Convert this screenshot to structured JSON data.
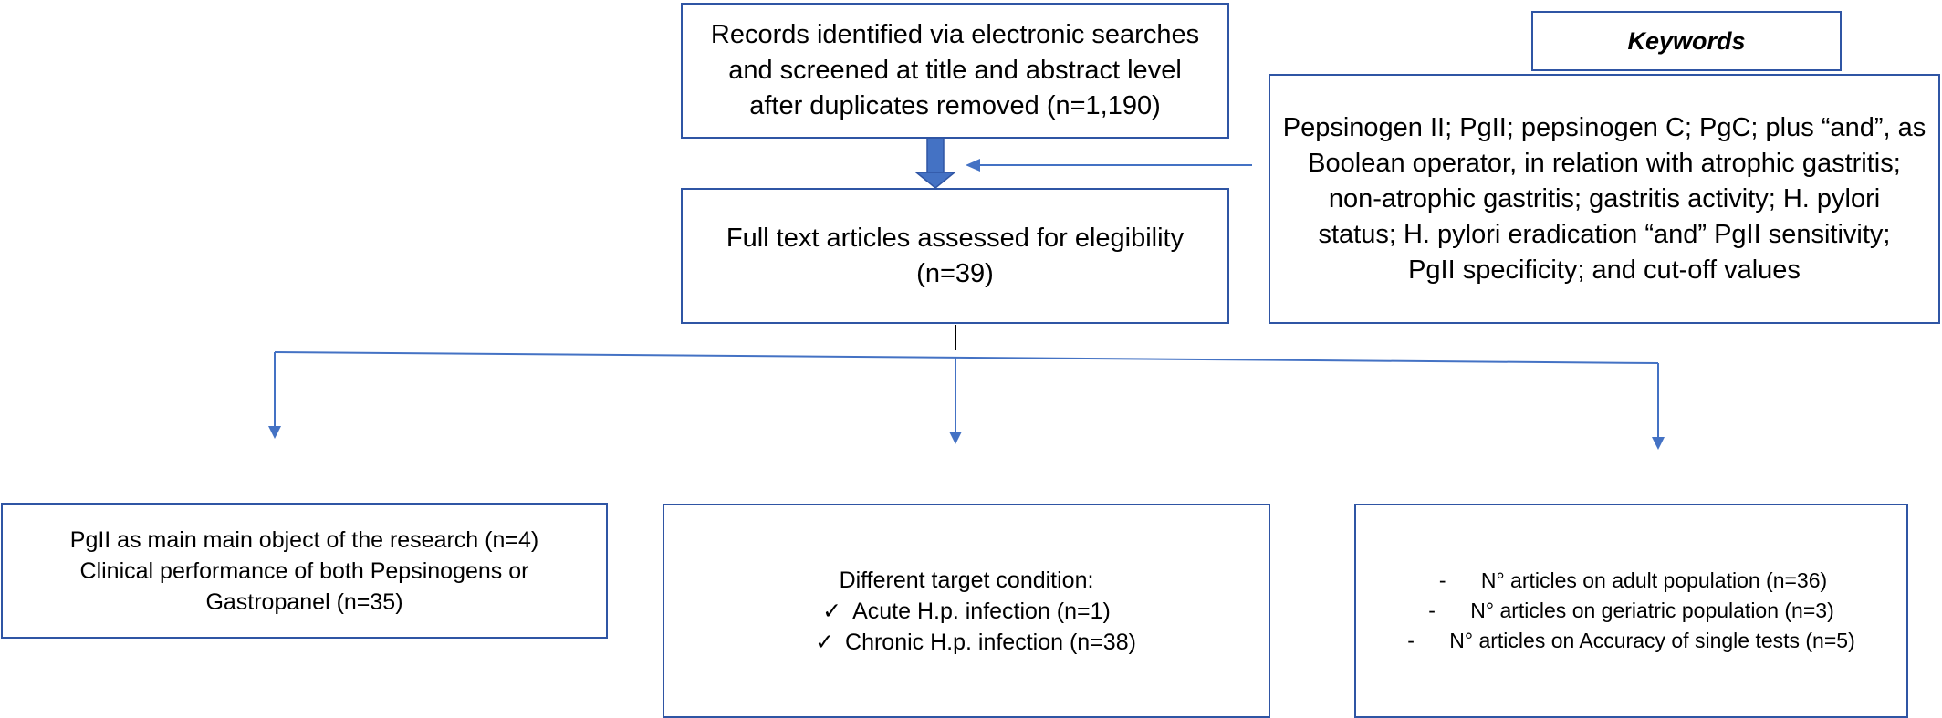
{
  "boxes": {
    "records": {
      "lines": [
        "Records identified via electronic searches",
        "and screened at title and abstract level",
        "after duplicates removed (n=1,190)"
      ]
    },
    "fulltext": {
      "lines": [
        "Full text articles assessed for elegibility",
        "(n=39)"
      ]
    },
    "keywords_title": "Keywords",
    "keywords": {
      "lines": [
        "Pepsinogen II; PgII; pepsinogen C; PgC; plus “and”, as",
        "Boolean operator, in relation with atrophic gastritis;",
        "non-atrophic gastritis; gastritis activity; H. pylori",
        "status; H. pylori eradication “and” PgII sensitivity;",
        "PgII specificity; and cut-off values"
      ]
    },
    "left": {
      "lines": [
        "PgII as main main object of the research (n=4)",
        "Clinical performance of both Pepsinogens or",
        "Gastropanel (n=35)"
      ]
    },
    "middle": {
      "heading": "Different target condition:",
      "check_symbol": "✓",
      "items": [
        "Acute H.p. infection (n=1)",
        "Chronic H.p. infection (n=38)"
      ]
    },
    "right": {
      "bullet_symbol": "-",
      "items": [
        "N° articles on adult population (n=36)",
        "N° articles on geriatric population (n=3)",
        "N° articles on Accuracy of single tests (n=5)"
      ]
    }
  },
  "colors": {
    "border": "#2f55a4",
    "connector": "#4472c4",
    "thick_arrow": "#4472c4"
  }
}
